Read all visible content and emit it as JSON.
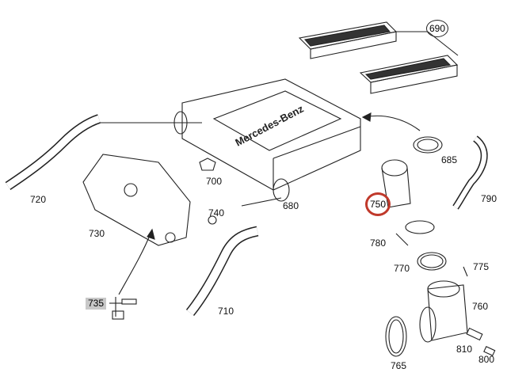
{
  "brand_text": "Mercedes-Benz",
  "highlight_color": "#c0392b",
  "parts": {
    "p690": "690",
    "p685": "685",
    "p790": "790",
    "p750": "750",
    "p720": "720",
    "p700": "700",
    "p730": "730",
    "p740": "740",
    "p680": "680",
    "p780": "780",
    "p775": "775",
    "p770": "770",
    "p735": "735",
    "p710": "710",
    "p760": "760",
    "p810": "810",
    "p765": "765",
    "p800": "800"
  }
}
